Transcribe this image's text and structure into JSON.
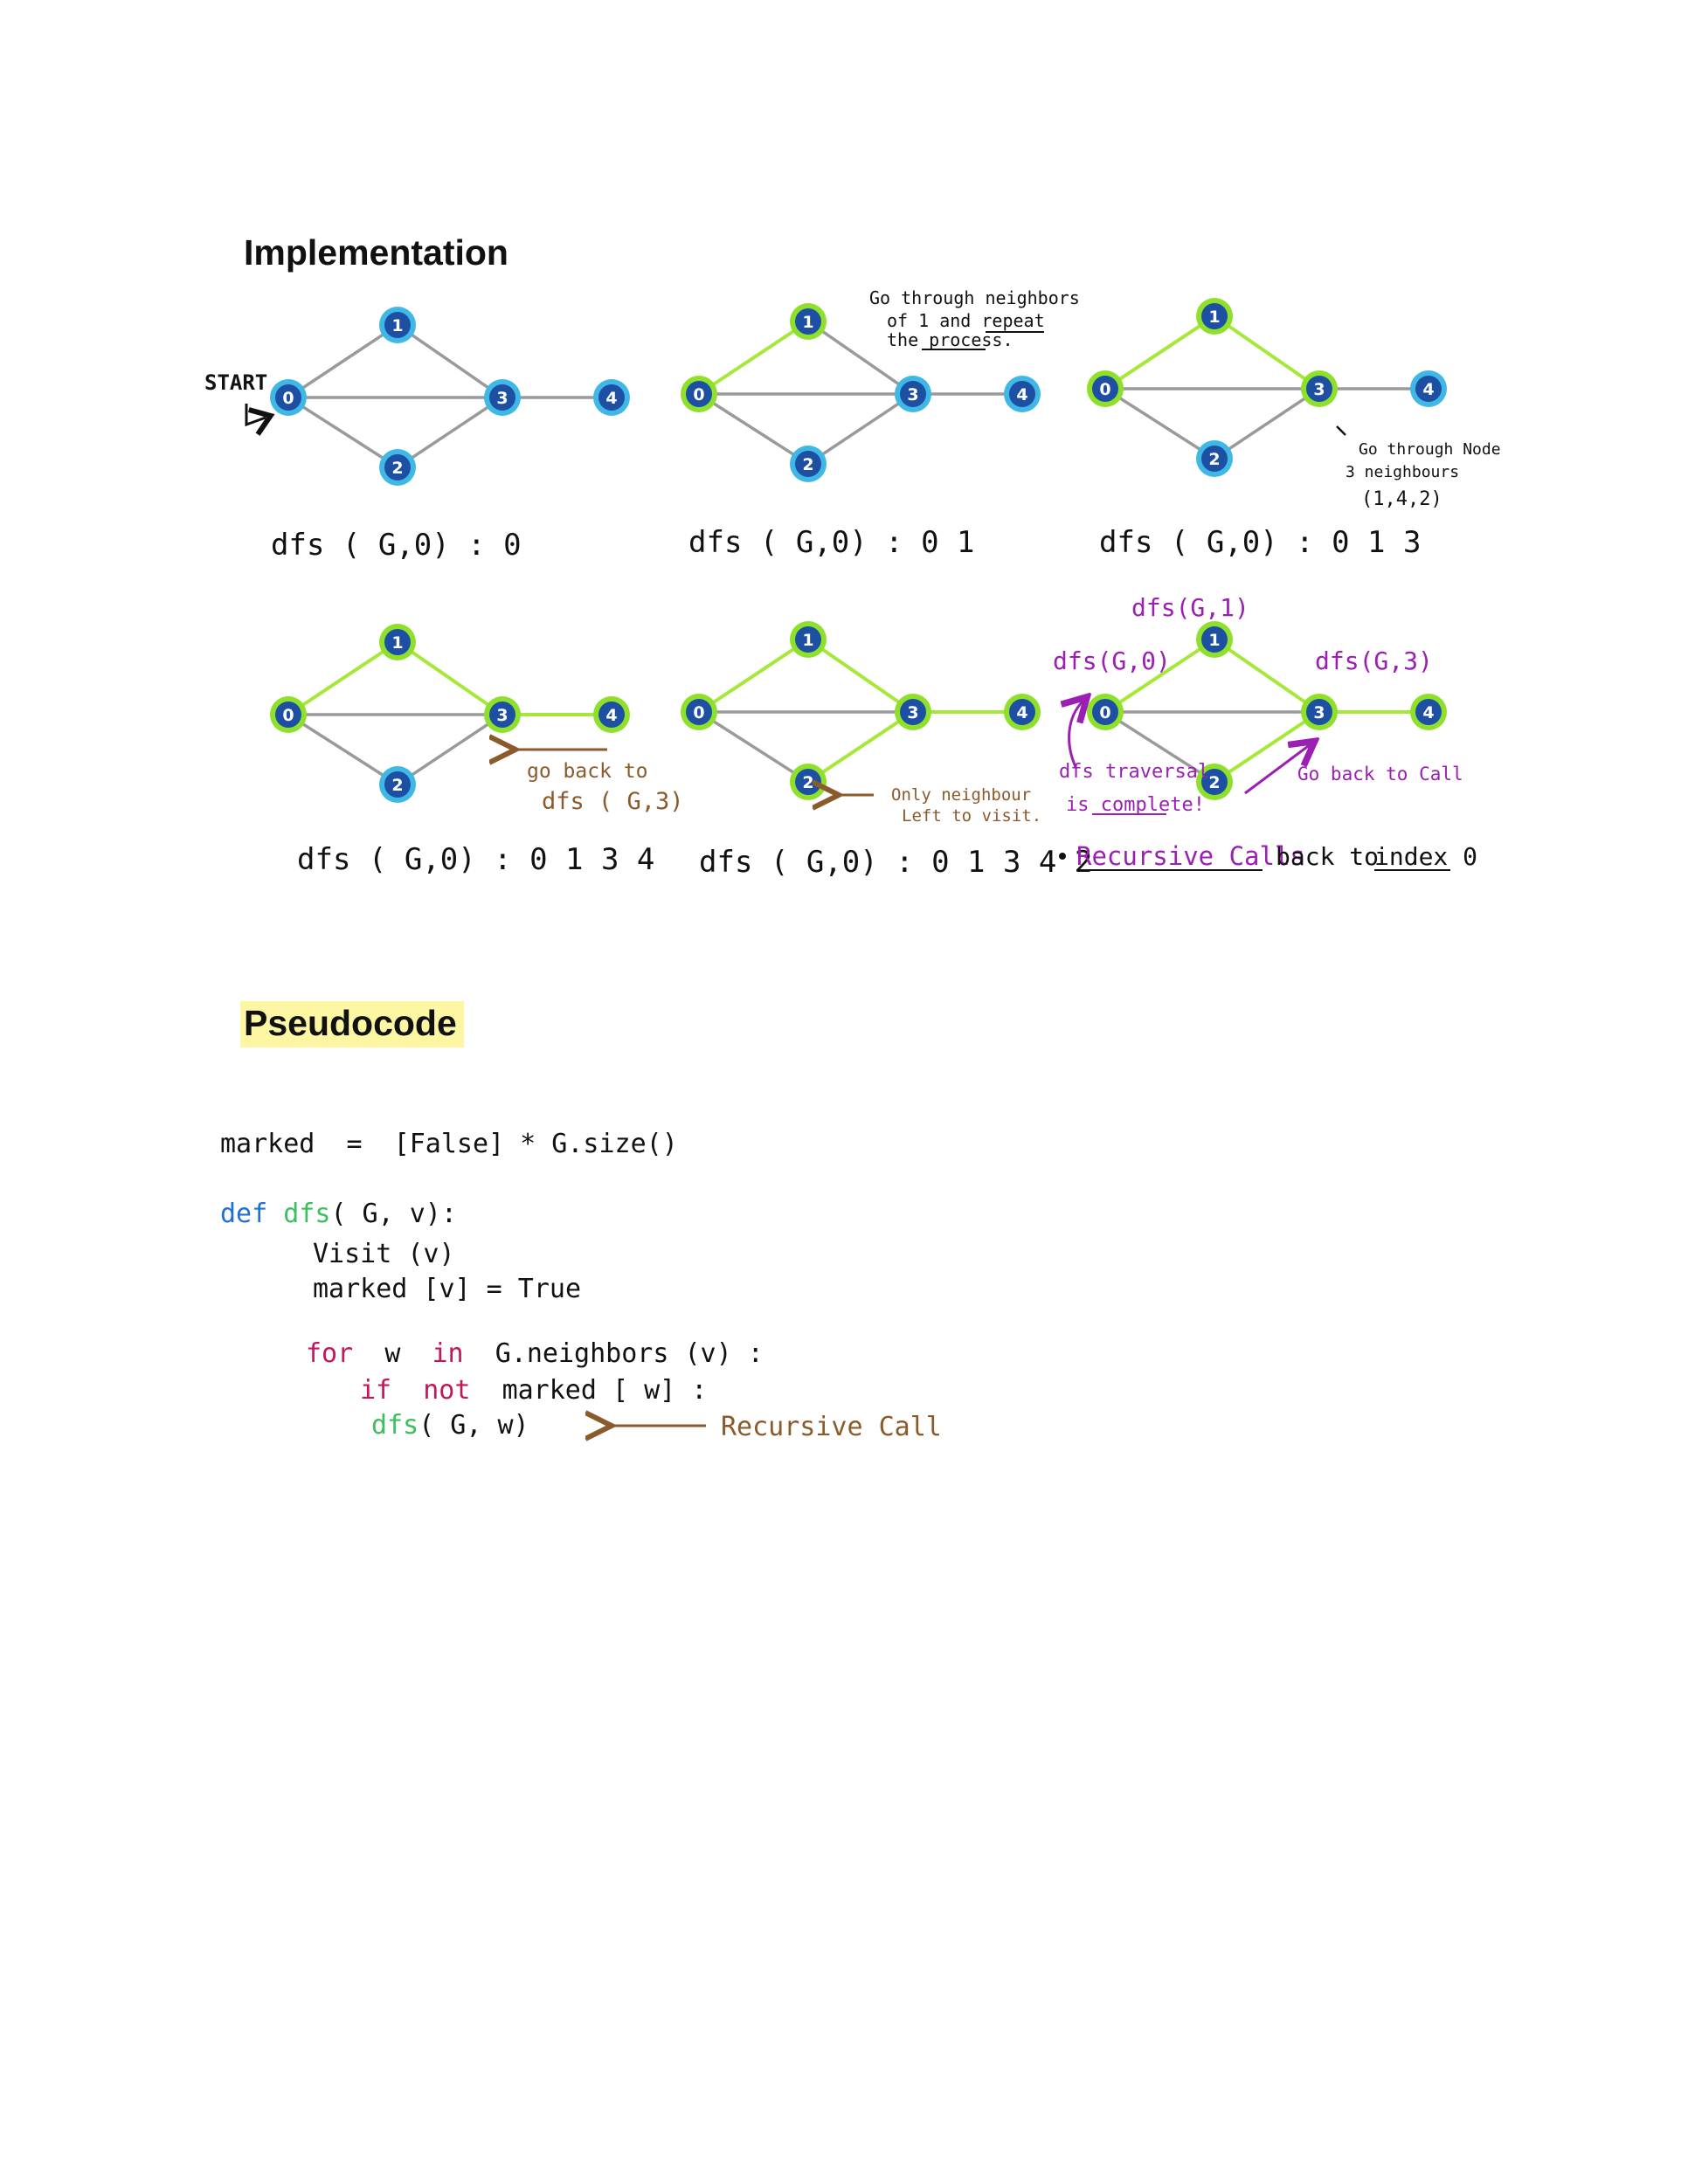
{
  "headings": {
    "implementation": "Implementation",
    "pseudocode": "Pseudocode"
  },
  "colors": {
    "node_fill": "#1d4fa3",
    "node_ring": "#3fb8e6",
    "visited_ring": "#8fe02a",
    "edge_default": "#9a9a9a",
    "edge_traversed": "#a6e83a",
    "purple": "#9b1fb3",
    "brown": "#8b5a2b"
  },
  "graph": {
    "nodes": [
      "0",
      "1",
      "2",
      "3",
      "4"
    ],
    "edges": [
      [
        "0",
        "1"
      ],
      [
        "0",
        "2"
      ],
      [
        "0",
        "3"
      ],
      [
        "1",
        "3"
      ],
      [
        "2",
        "3"
      ],
      [
        "3",
        "4"
      ]
    ]
  },
  "panels": [
    {
      "caption": "dfs ( G,0)  :   0",
      "visited": [],
      "traversed": []
    },
    {
      "caption": "dfs ( G,0)  : 0 1",
      "visited": [
        "0",
        "1"
      ],
      "traversed": [
        [
          "0",
          "1"
        ]
      ]
    },
    {
      "caption": "dfs ( G,0)  : 0 1 3",
      "visited": [
        "0",
        "1",
        "3"
      ],
      "traversed": [
        [
          "0",
          "1"
        ],
        [
          "1",
          "3"
        ]
      ]
    },
    {
      "caption": "dfs ( G,0)  : 0 1 3 4",
      "visited": [
        "0",
        "1",
        "3",
        "4"
      ],
      "traversed": [
        [
          "0",
          "1"
        ],
        [
          "1",
          "3"
        ],
        [
          "3",
          "4"
        ]
      ]
    },
    {
      "caption": "dfs ( G,0)  : 0 1 3 4 2",
      "visited": [
        "0",
        "1",
        "3",
        "4",
        "2"
      ],
      "traversed": [
        [
          "0",
          "1"
        ],
        [
          "1",
          "3"
        ],
        [
          "3",
          "4"
        ],
        [
          "2",
          "3"
        ]
      ]
    },
    {
      "caption": "",
      "visited": [
        "0",
        "1",
        "3",
        "4",
        "2"
      ],
      "traversed": [
        [
          "0",
          "1"
        ],
        [
          "1",
          "3"
        ],
        [
          "3",
          "4"
        ],
        [
          "2",
          "3"
        ]
      ]
    }
  ],
  "annotations": {
    "start": "START",
    "p2_note": [
      "Go  through  neighbors",
      "of  1  and  repeat",
      "the  process."
    ],
    "p3_note": [
      "Go  through  Node",
      "3  neighbours",
      "(1,4,2)"
    ],
    "p4_note": [
      "go  back  to",
      "dfs ( G,3)"
    ],
    "p5_note": [
      "Only  neighbour",
      "Left  to  visit."
    ],
    "p6_dfs_g1": "dfs(G,1)",
    "p6_dfs_g0": "dfs(G,0)",
    "p6_dfs_g3": "dfs(G,3)",
    "p6_complete": [
      "dfs  traversal",
      "is  complete!"
    ],
    "p6_goback": "Go  back  to  Call",
    "p6_bullet": {
      "recursive_calls": "Recursive  Calls",
      "back_to": "back  to",
      "index0": "index 0"
    }
  },
  "pseudocode": {
    "line1": "marked  =  [False] * G.size()",
    "def_kw": "def",
    "def_fn": "dfs",
    "def_rest": "( G, v):",
    "visit": "Visit (v)",
    "marked_true": "marked [v] = True",
    "for_kw": "for",
    "for_var": "w",
    "in_kw": "in",
    "for_rest": "G.neighbors (v) :",
    "if_kw": "if  not",
    "if_rest": "marked [ w] :",
    "call_fn": "dfs",
    "call_args": "( G, w)",
    "arrow_label": "Recursive  Call"
  }
}
